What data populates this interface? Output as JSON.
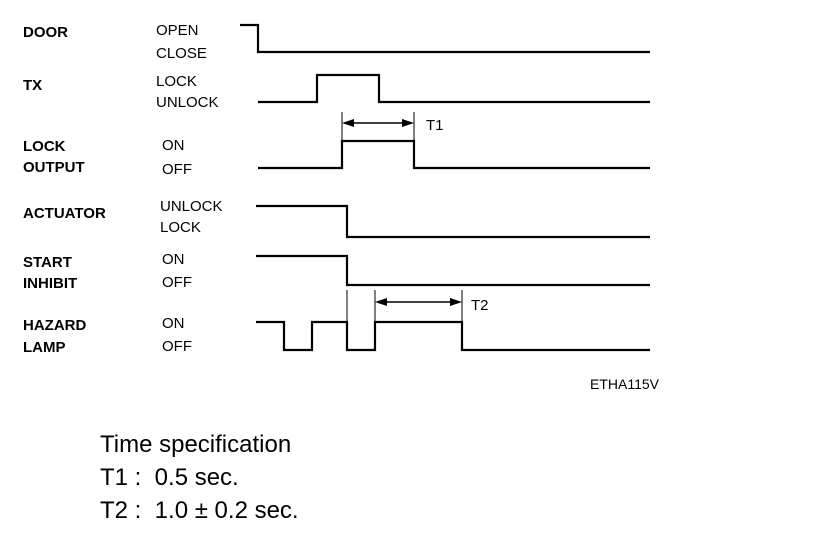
{
  "signals": [
    {
      "name": [
        "DOOR"
      ],
      "states": [
        "OPEN",
        "CLOSE"
      ]
    },
    {
      "name": [
        "TX"
      ],
      "states": [
        "LOCK",
        "UNLOCK"
      ]
    },
    {
      "name": [
        "LOCK",
        "OUTPUT"
      ],
      "states": [
        "ON",
        "OFF"
      ]
    },
    {
      "name": [
        "ACTUATOR"
      ],
      "states": [
        "UNLOCK",
        "LOCK"
      ]
    },
    {
      "name": [
        "START",
        "INHIBIT"
      ],
      "states": [
        "ON",
        "OFF"
      ]
    },
    {
      "name": [
        "HAZARD",
        "LAMP"
      ],
      "states": [
        "ON",
        "OFF"
      ]
    }
  ],
  "timings": {
    "t1": "T1",
    "t2": "T2"
  },
  "figure_code": "ETHA115V",
  "spec": {
    "title": "Time specification",
    "line1": "T1 :  0.5 sec.",
    "line2": "T2 :  1.0 ± 0.2 sec."
  }
}
